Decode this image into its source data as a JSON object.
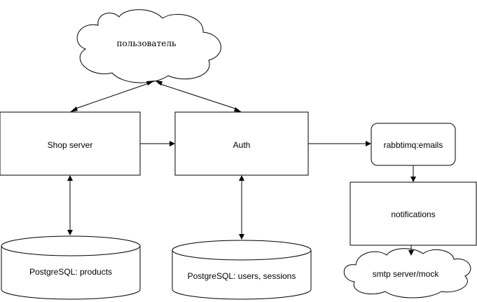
{
  "nodes": {
    "user_cloud": {
      "label": "пользователь"
    },
    "shop_server": {
      "label": "Shop server"
    },
    "auth": {
      "label": "Auth"
    },
    "rabbitmq": {
      "label": "rabbtimq:emails"
    },
    "notifications": {
      "label": "notifications"
    },
    "pg_products": {
      "label": "PostgreSQL: products"
    },
    "pg_users": {
      "label": "PostgreSQL: users, sessions"
    },
    "smtp_cloud": {
      "label": "smtp server/mock"
    }
  },
  "edges": [
    {
      "from": "user_cloud",
      "to": "shop_server",
      "direction": "both"
    },
    {
      "from": "user_cloud",
      "to": "auth",
      "direction": "both"
    },
    {
      "from": "shop_server",
      "to": "auth",
      "direction": "forward"
    },
    {
      "from": "auth",
      "to": "rabbitmq",
      "direction": "forward"
    },
    {
      "from": "rabbitmq",
      "to": "notifications",
      "direction": "forward"
    },
    {
      "from": "notifications",
      "to": "smtp_cloud",
      "direction": "forward"
    },
    {
      "from": "shop_server",
      "to": "pg_products",
      "direction": "both"
    },
    {
      "from": "auth",
      "to": "pg_users",
      "direction": "both"
    }
  ],
  "colors": {
    "stroke": "#000000",
    "fill": "#ffffff",
    "background": "#ffffff"
  }
}
